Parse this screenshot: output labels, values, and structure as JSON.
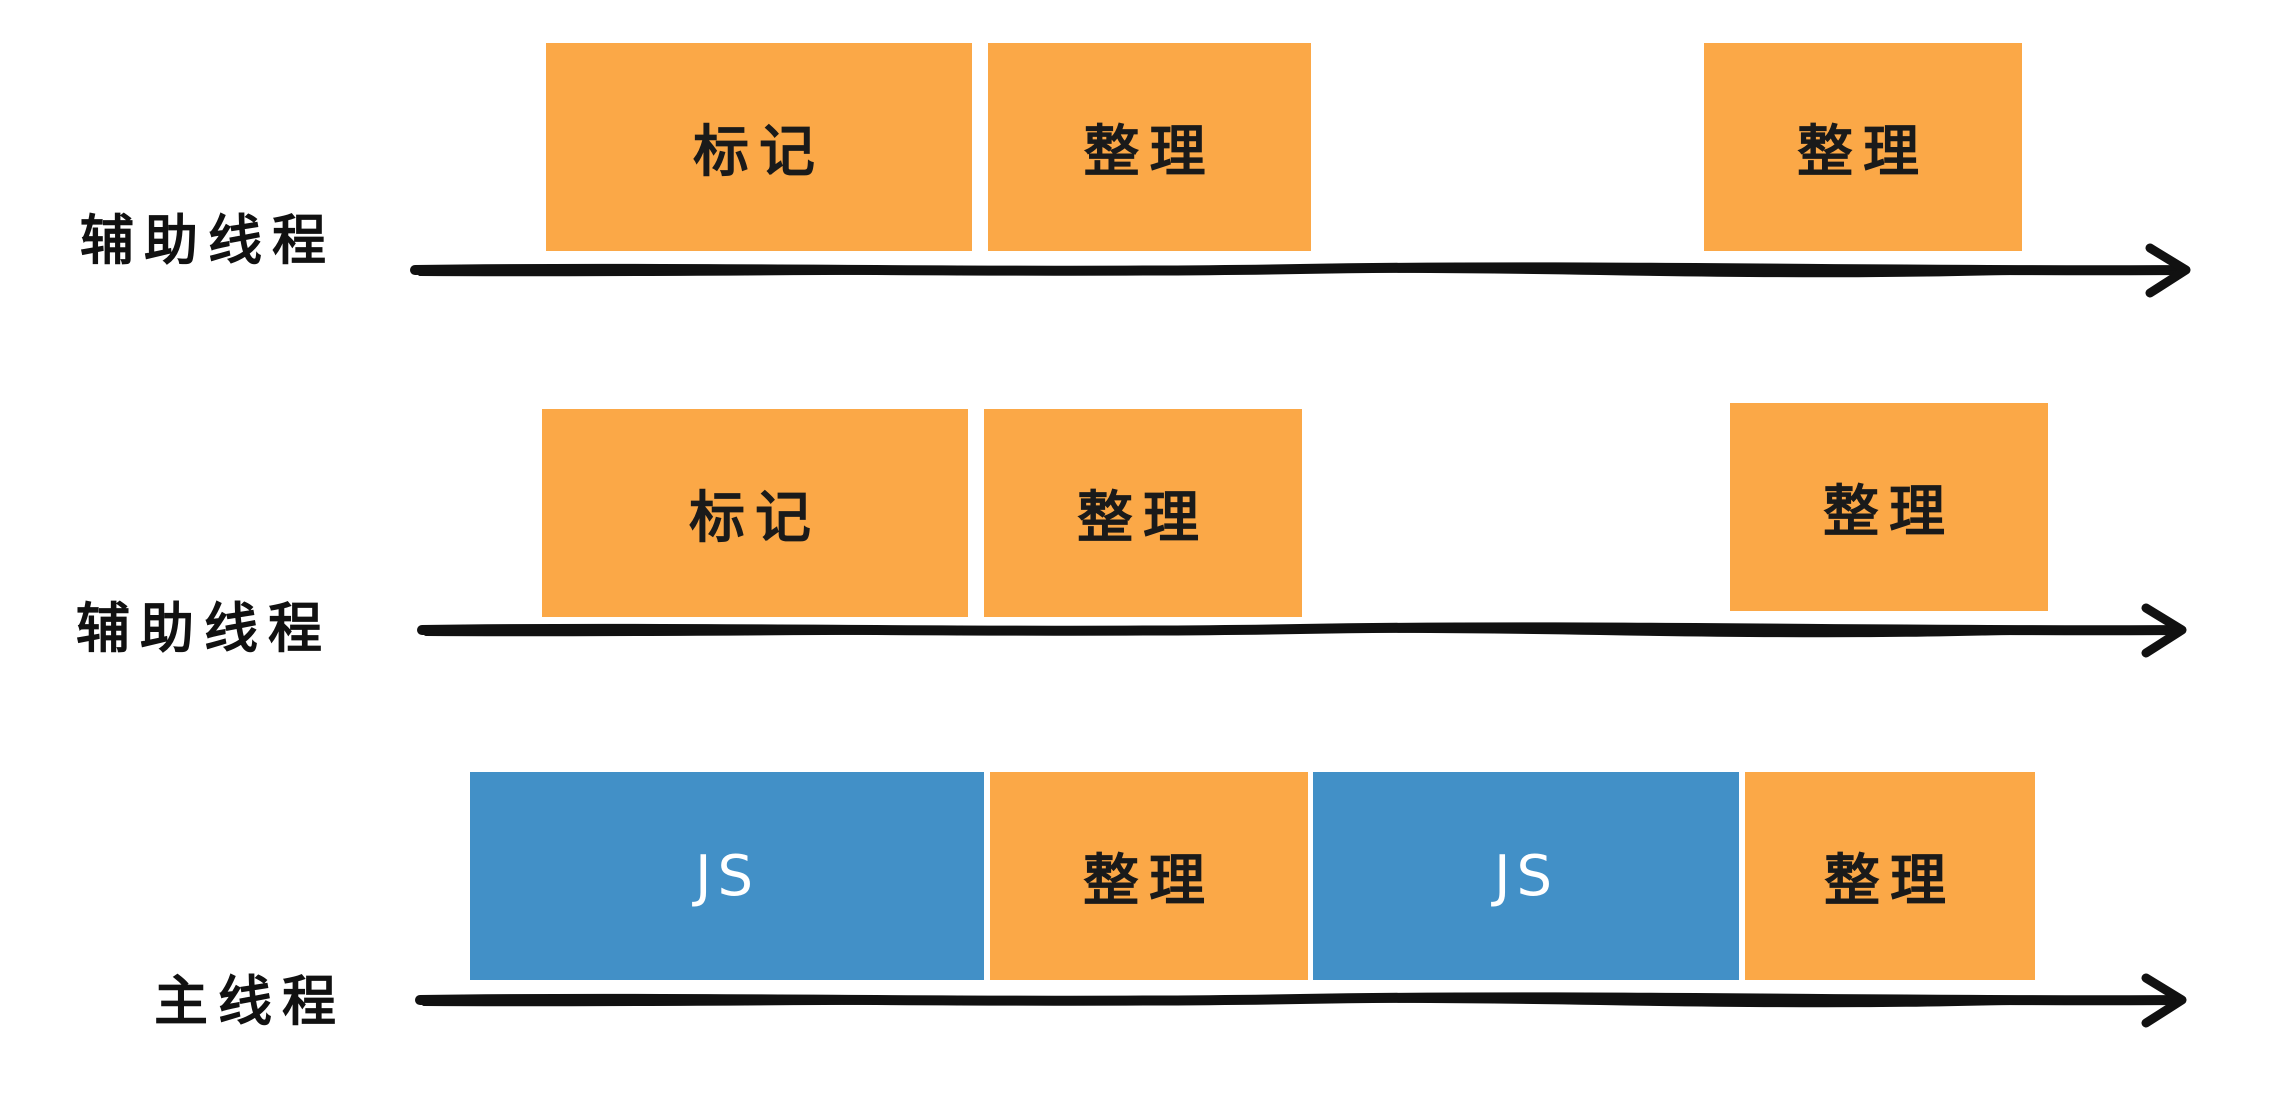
{
  "rows": [
    {
      "label": "辅助线程",
      "blocks": [
        {
          "text": "标记",
          "kind": "gc"
        },
        {
          "text": "整理",
          "kind": "gc"
        },
        {
          "text": "整理",
          "kind": "gc"
        }
      ]
    },
    {
      "label": "辅助线程",
      "blocks": [
        {
          "text": "标记",
          "kind": "gc"
        },
        {
          "text": "整理",
          "kind": "gc"
        },
        {
          "text": "整理",
          "kind": "gc"
        }
      ]
    },
    {
      "label": "主线程",
      "blocks": [
        {
          "text": "JS",
          "kind": "js"
        },
        {
          "text": "整理",
          "kind": "gc"
        },
        {
          "text": "JS",
          "kind": "js"
        },
        {
          "text": "整理",
          "kind": "gc"
        }
      ]
    }
  ],
  "colors": {
    "gc_block": "#fba847",
    "js_block": "#4290c7",
    "axis": "#111111"
  }
}
